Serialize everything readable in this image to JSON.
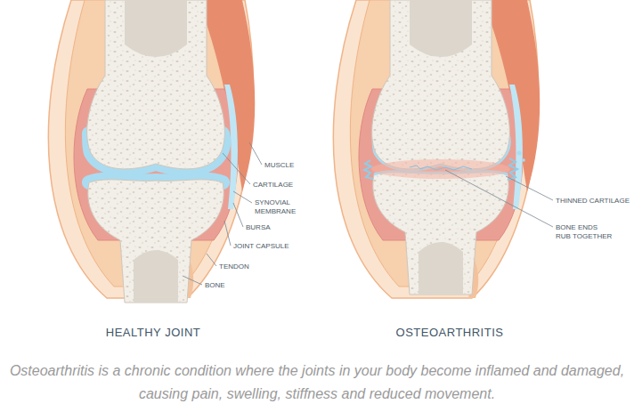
{
  "diagram": {
    "caption": "Osteoarthritis is a chronic condition where the joints in your body become inflamed and damaged, causing pain, swelling, stiffness and reduced movement.",
    "labels": [
      "MUSCLE",
      "CARTILAGE",
      "SYNOVIAL MEMBRANE",
      "BURSA",
      "JOINT CAPSULE",
      "TENDON",
      "BONE",
      "THINNED CARTILAGE",
      "BONE ENDS RUB TOGETHER",
      "HEALTHY JOINT",
      "OSTEOARTHRITIS"
    ]
  }
}
